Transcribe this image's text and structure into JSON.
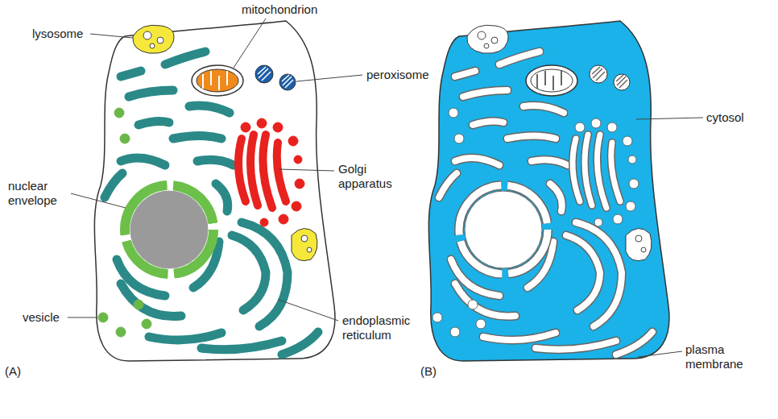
{
  "diagram": {
    "labels": [
      "lysosome",
      "mitochondrion",
      "peroxisome",
      "nuclear envelope",
      "Golgi apparatus",
      "vesicle",
      "endoplasmic reticulum",
      "(A)",
      "cytosol",
      "plasma membrane",
      "(B)"
    ]
  }
}
